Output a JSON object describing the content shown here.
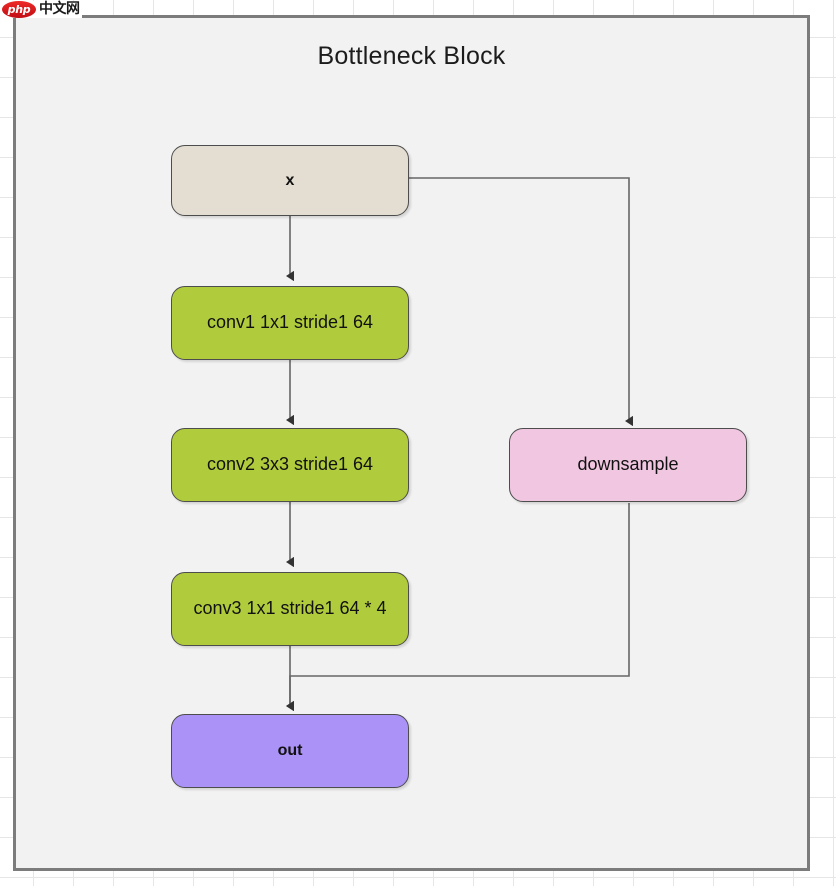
{
  "watermark": {
    "logo_text": "php",
    "site_text": "中文网",
    "logo_color": "#d4141c"
  },
  "diagram": {
    "title": "Bottleneck Block",
    "type": "flowchart",
    "background": "#f2f2f2",
    "border_color": "#7c7c7c",
    "nodes": [
      {
        "id": "x",
        "label": "x",
        "color": "#e3ded1",
        "shape": "rounded-rect"
      },
      {
        "id": "conv1",
        "label": "conv1 1x1 stride1 64",
        "color": "#b0cc3c",
        "shape": "rounded-rect"
      },
      {
        "id": "conv2",
        "label": "conv2 3x3 stride1 64",
        "color": "#b0cc3c",
        "shape": "rounded-rect"
      },
      {
        "id": "conv3",
        "label": "conv3 1x1 stride1 64 * 4",
        "color": "#b0cc3c",
        "shape": "rounded-rect"
      },
      {
        "id": "downsample",
        "label": "downsample",
        "color": "#f1c6e1",
        "shape": "rounded-rect"
      },
      {
        "id": "out",
        "label": "out",
        "color": "#ab92f7",
        "shape": "rounded-rect"
      }
    ],
    "edges": [
      {
        "from": "x",
        "to": "conv1",
        "style": "arrow"
      },
      {
        "from": "conv1",
        "to": "conv2",
        "style": "arrow"
      },
      {
        "from": "conv2",
        "to": "conv3",
        "style": "arrow"
      },
      {
        "from": "conv3",
        "to": "out",
        "style": "arrow"
      },
      {
        "from": "x",
        "to": "downsample",
        "style": "arrow-elbow"
      },
      {
        "from": "downsample",
        "to": "out",
        "style": "arrow-elbow"
      }
    ],
    "edge_color": "#666666"
  }
}
